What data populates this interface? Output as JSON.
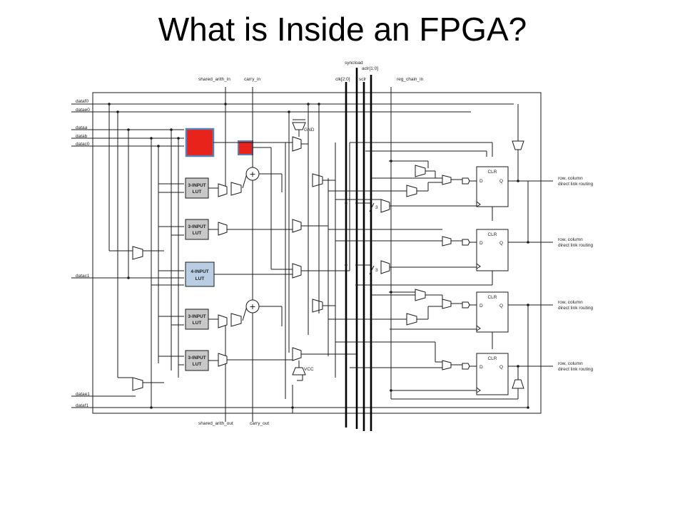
{
  "title": "What is Inside an FPGA?",
  "colors": {
    "highlight": "#e8231c",
    "highlight_border": "#5a7fb3",
    "lut3_fill": "#c8c8c8",
    "lut4_fill": "#b9cde4"
  },
  "diagram": {
    "left_inputs": [
      "dataf0",
      "datae0",
      "dataa",
      "datab",
      "datac0",
      "datac1",
      "datae1",
      "dataf1"
    ],
    "top_labels": {
      "shared_arith_in": "shared_arith_in",
      "carry_in": "carry_in",
      "syncload": "syncload",
      "aclr": "aclr[1:0]",
      "clk": "clk[2:0]",
      "sclr": "sclr",
      "reg_chain_in": "reg_chain_in"
    },
    "bottom_labels": {
      "shared_arith_out": "shared_arith_out",
      "carry_out": "carry_out"
    },
    "luts": {
      "lut3_line1": "3-INPUT",
      "lut3_line2": "LUT",
      "lut4_line1": "4-INPUT",
      "lut4_line2": "LUT"
    },
    "constants": {
      "gnd": "GND",
      "vcc": "VCC"
    },
    "adder_symbol": "+",
    "bus_width": "3",
    "register": {
      "clr": "CLR",
      "d": "D",
      "q": "Q"
    },
    "outputs": {
      "line1": "row, column",
      "line2": "direct link routing"
    }
  }
}
